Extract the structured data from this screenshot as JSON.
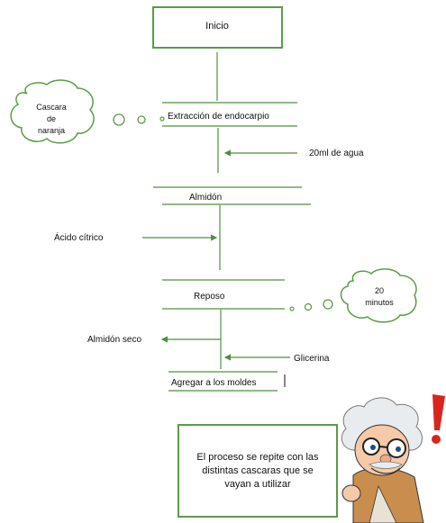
{
  "start_box": {
    "label": "Inicio"
  },
  "steps": {
    "extraction": "Extracción de endocarpio",
    "starch": "Almidón",
    "rest": "Reposo",
    "molds": "Agregar a los moldes"
  },
  "inputs": {
    "water": "20ml de agua",
    "citric_acid": "Ácido cítrico",
    "glycerin": "Glicerina"
  },
  "outputs": {
    "dry_starch": "Almidón seco"
  },
  "thought_bubbles": {
    "orange_peel": {
      "line1": "Cascara",
      "line2": "de",
      "line3": "naranja"
    },
    "minutes": {
      "line1": "20",
      "line2": "minutos"
    }
  },
  "note": {
    "text": "El proceso se repite con las distintas cascaras que se vayan a utilizar"
  },
  "colors": {
    "green": "#5b9b48",
    "line": "#4f8f3f"
  }
}
